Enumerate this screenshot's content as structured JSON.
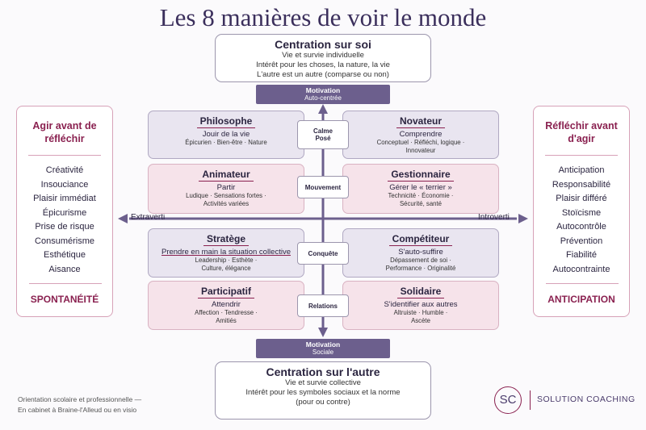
{
  "title": "Les 8 manières de voir le monde",
  "top": {
    "title": "Centration sur soi",
    "lines": [
      "Vie et survie individuelle",
      "Intérêt pour les choses, la nature, la vie",
      "L'autre est un autre (comparse ou non)"
    ]
  },
  "motivation_top": {
    "label": "Motivation",
    "sub": "Auto-centrée"
  },
  "motivation_bottom": {
    "label": "Motivation",
    "sub": "Sociale"
  },
  "bottom": {
    "title": "Centration sur l'autre",
    "lines": [
      "Vie et survie collective",
      "Intérêt pour les symboles sociaux et la norme",
      "(pour ou contre)"
    ]
  },
  "left_panel": {
    "title": "Agir avant de réfléchir",
    "items": [
      "Créativité",
      "Insouciance",
      "Plaisir immédiat",
      "Épicurisme",
      "Prise de risque",
      "Consumérisme",
      "Esthétique",
      "Aisance"
    ],
    "footer": "SPONTANÉITÉ"
  },
  "right_panel": {
    "title": "Réfléchir avant d'agir",
    "items": [
      "Anticipation",
      "Responsabilité",
      "Plaisir différé",
      "Stoïcisme",
      "Autocontrôle",
      "Prévention",
      "Fiabilité",
      "Autocontrainte"
    ],
    "footer": "ANTICIPATION"
  },
  "axis": {
    "left": "Extraverti",
    "right": "Introverti"
  },
  "rows": [
    {
      "center": [
        "Calme",
        "Posé"
      ],
      "left": {
        "title": "Philosophe",
        "sub": "Jouir de la vie",
        "lines": [
          "Épicurien · Bien-être · Nature"
        ]
      },
      "right": {
        "title": "Novateur",
        "sub": "Comprendre",
        "lines": [
          "Conceptuel · Réfléchi, logique ·",
          "Innovateur"
        ]
      }
    },
    {
      "center": [
        "Mouvement"
      ],
      "left": {
        "title": "Animateur",
        "sub": "Partir",
        "lines": [
          "Ludique · Sensations fortes ·",
          "Activités variées"
        ]
      },
      "right": {
        "title": "Gestionnaire",
        "sub": "Gérer le « terrier »",
        "lines": [
          "Technicité · Économie ·",
          "Sécurité, santé"
        ]
      }
    },
    {
      "center": [
        "Conquête"
      ],
      "left": {
        "title": "Stratège",
        "sub": "Prendre en main la situation collective",
        "lines": [
          "Leadership · Esthète ·",
          "Culture, élégance"
        ]
      },
      "right": {
        "title": "Compétiteur",
        "sub": "S'auto-suffire",
        "lines": [
          "Dépassement de soi ·",
          "Performance · Originalité"
        ]
      }
    },
    {
      "center": [
        "Relations"
      ],
      "left": {
        "title": "Participatif",
        "sub": "Attendrir",
        "lines": [
          "Affection · Tendresse ·",
          "Amitiés"
        ]
      },
      "right": {
        "title": "Solidaire",
        "sub": "S'identifier aux autres",
        "lines": [
          "Altruiste · Humble ·",
          "Ascète"
        ]
      }
    }
  ],
  "footer": {
    "lines": [
      "Orientation scolaire et professionnelle —",
      "En cabinet à Braine-l'Alleud ou en visio"
    ],
    "logo_initials": "SC",
    "brand": "SOLUTION COACHING"
  },
  "colors": {
    "accent": "#8a2150",
    "purple": "#6c5f8d",
    "lavender": "#e9e5f0",
    "pink": "#f6e3ea"
  }
}
